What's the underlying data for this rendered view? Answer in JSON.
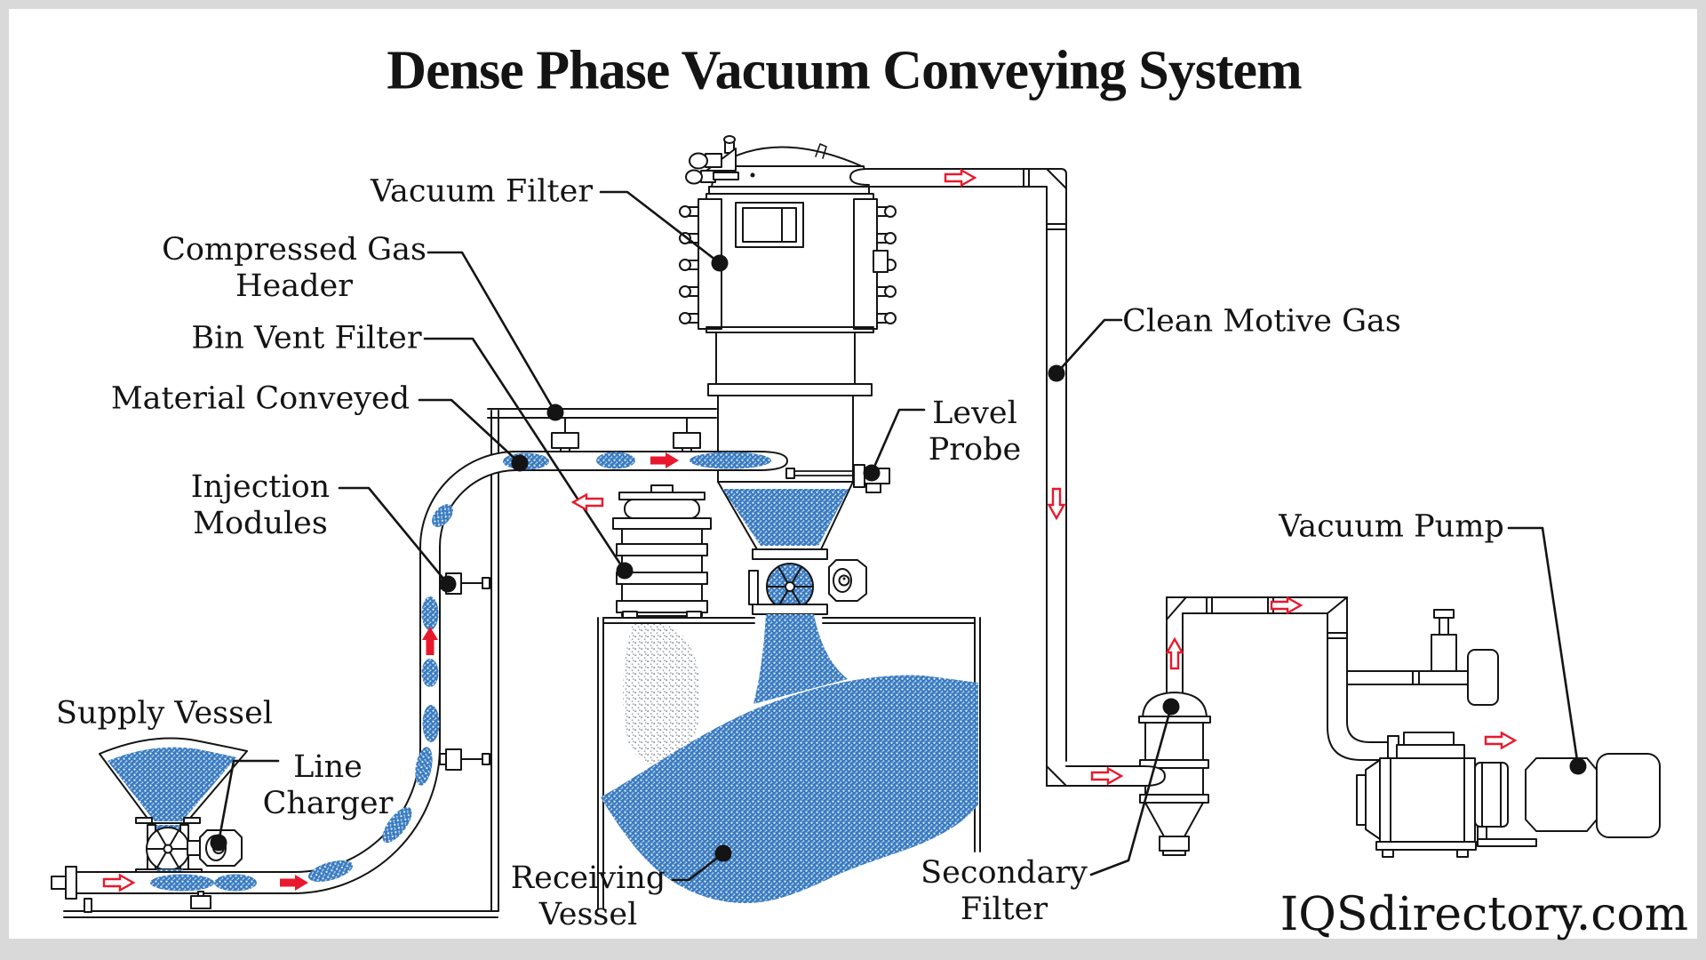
{
  "title": "Dense Phase Vacuum Conveying System",
  "watermark": "IQSdirectory.com",
  "labels": {
    "vacuum_filter": "Vacuum Filter",
    "compressed_gas_header": "Compressed Gas\nHeader",
    "bin_vent_filter": "Bin Vent Filter",
    "material_conveyed": "Material Conveyed",
    "injection_modules": "Injection\nModules",
    "supply_vessel": "Supply Vessel",
    "line_charger": "Line\nCharger",
    "receiving_vessel": "Receiving\nVessel",
    "level_probe": "Level\nProbe",
    "clean_motive_gas": "Clean Motive Gas",
    "secondary_filter": "Secondary\nFilter",
    "vacuum_pump": "Vacuum Pump"
  },
  "colors": {
    "line": "#141414",
    "material_blue": "#3a7cc1",
    "flow_arrow_red": "#e8192c",
    "dust_gray": "#8e959c",
    "page_background": "#ffffff",
    "frame_gray": "#d9d9d9"
  },
  "icons": {
    "flow_arrow": "gas/material flow direction arrow",
    "leader_dot": "label leader endpoint dot"
  }
}
